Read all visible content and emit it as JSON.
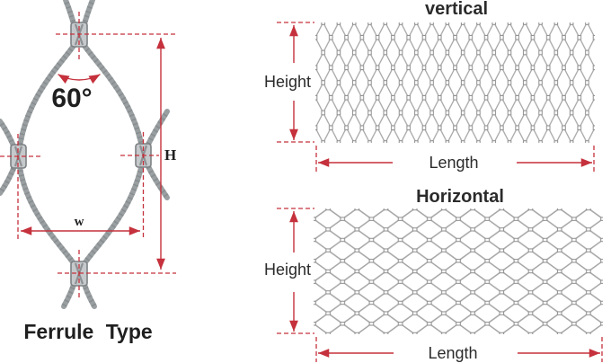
{
  "left_diagram": {
    "caption": "Ferrule Type",
    "angle_label": "60°",
    "height_label": "H",
    "width_label": "w"
  },
  "vertical_mesh": {
    "title": "vertical",
    "height_label": "Height",
    "length_label": "Length"
  },
  "horizontal_mesh": {
    "title": "Horizontal",
    "height_label": "Height",
    "length_label": "Length"
  },
  "colors": {
    "dimension_red": "#c5313c",
    "rope_gray": "#9aa0a2",
    "mesh_gray": "#a5a5a5",
    "ferrule_fill": "#c6c9cb",
    "text_ink": "#1f1f1f"
  }
}
